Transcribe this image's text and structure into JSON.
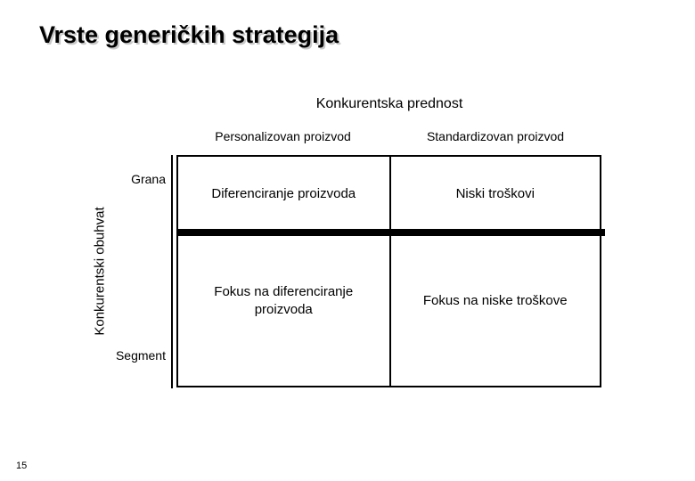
{
  "slide": {
    "title": "Vrste generičkih strategija",
    "page_number": "15"
  },
  "matrix": {
    "top_axis_title": "Konkurentska prednost",
    "left_axis_title": "Konkurentski obuhvat",
    "column_headers": [
      "Personalizovan proizvod",
      "Standardizovan proizvod"
    ],
    "row_labels": [
      "Grana",
      "Segment"
    ],
    "cells": [
      [
        "Diferenciranje proizvoda",
        "Niski troškovi"
      ],
      [
        "Fokus na diferenciranje proizvoda",
        "Fokus na niske troškove"
      ]
    ]
  },
  "colors": {
    "text": "#000000",
    "background": "#ffffff",
    "title_shadow": "#c9c9c9",
    "border": "#000000"
  }
}
